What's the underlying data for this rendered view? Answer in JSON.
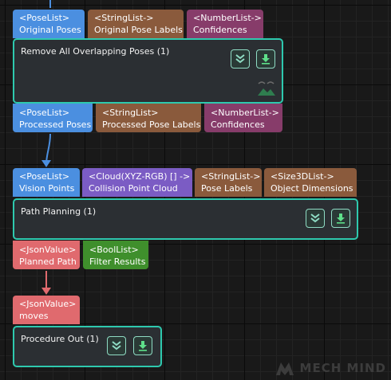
{
  "colors": {
    "node_border": "#2ec9ae",
    "node_bg": "#2b2f33",
    "pose_list": "#4b8fe0",
    "string_list": "#8a5a3c",
    "number_list": "#873c6a",
    "cloud": "#7b5cc4",
    "json_value": "#e06a6e",
    "bool_list": "#3f8f2c",
    "edge_pose": "#4b8fe0",
    "edge_json": "#e06a6e"
  },
  "node_overlap": {
    "inputs": [
      {
        "type": "<PoseList>",
        "label": "Original Poses"
      },
      {
        "type": "<StringList->",
        "label": "Original Pose Labels"
      },
      {
        "type": "<NumberList->",
        "label": "Confidences"
      }
    ],
    "title": "Remove All Overlapping Poses (1)",
    "outputs": [
      {
        "type": "<PoseList>",
        "label": "Processed Poses"
      },
      {
        "type": "<StringList>",
        "label": "Processed Pose Labels"
      },
      {
        "type": "<NumberList->",
        "label": "Confidences"
      }
    ],
    "icons": [
      "collapse-icon",
      "download-icon",
      "landscape-image-icon"
    ]
  },
  "node_path": {
    "inputs": [
      {
        "type": "<PoseList>",
        "label": "Vision Points"
      },
      {
        "type": "<Cloud(XYZ-RGB) [] ->",
        "label": "Collision Point Cloud"
      },
      {
        "type": "<StringList->",
        "label": "Pose Labels"
      },
      {
        "type": "<Size3DList->",
        "label": "Object Dimensions"
      }
    ],
    "title": "Path Planning (1)",
    "outputs": [
      {
        "type": "<JsonValue>",
        "label": "Planned Path"
      },
      {
        "type": "<BoolList>",
        "label": "Filter Results"
      }
    ],
    "icons": [
      "collapse-icon",
      "download-icon"
    ]
  },
  "node_out": {
    "inputs": [
      {
        "type": "<JsonValue>",
        "label": "moves"
      }
    ],
    "title": "Procedure Out (1)",
    "icons": [
      "collapse-icon",
      "download-icon"
    ]
  },
  "watermark": {
    "text": "MECH MIND",
    "icon": "mech-mind-logo-icon"
  }
}
